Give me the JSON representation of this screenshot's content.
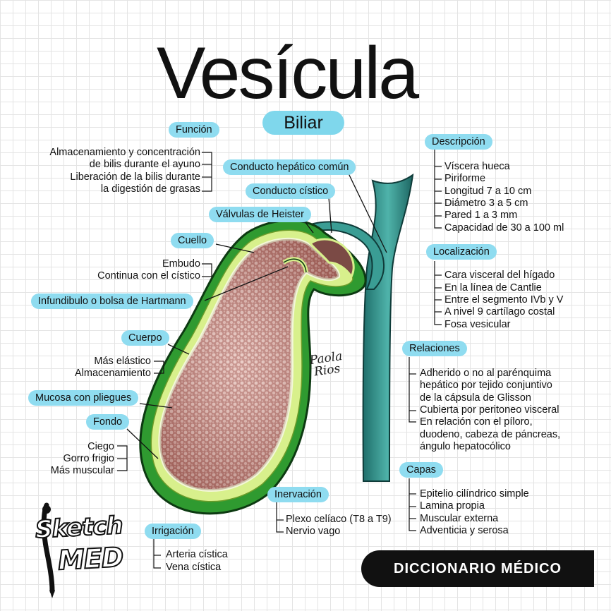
{
  "title": "Vesícula",
  "subtitle": "Biliar",
  "sections": {
    "funcion": {
      "label": "Función",
      "items": [
        "Almacenamiento y concentración",
        "de bilis durante el ayuno",
        "Liberación de la bilis durante",
        "la digestión de grasas"
      ]
    },
    "conducto_hepatico": {
      "label": "Conducto hepático común"
    },
    "conducto_cistico": {
      "label": "Conducto cístico"
    },
    "valvulas": {
      "label": "Válvulas de Heister"
    },
    "cuello": {
      "label": "Cuello",
      "items": [
        "Embudo",
        "Continua con el cístico"
      ]
    },
    "infundibulo": {
      "label": "Infundibulo o bolsa de Hartmann"
    },
    "cuerpo": {
      "label": "Cuerpo",
      "items": [
        "Más elástico",
        "Almacenamiento"
      ]
    },
    "mucosa": {
      "label": "Mucosa con pliegues"
    },
    "fondo": {
      "label": "Fondo",
      "items": [
        "Ciego",
        "Gorro frigio",
        "Más muscular"
      ]
    },
    "descripcion": {
      "label": "Descripción",
      "items": [
        "Víscera hueca",
        "Piriforme",
        "Longitud 7 a 10 cm",
        "Diámetro 3 a 5 cm",
        "Pared 1 a 3 mm",
        "Capacidad de 30 a 100 ml"
      ]
    },
    "localizacion": {
      "label": "Localización",
      "items": [
        "Cara visceral del hígado",
        "En la línea de Cantlie",
        "Entre el segmento IVb y V",
        "A nivel 9 cartílago costal",
        "Fosa vesicular"
      ]
    },
    "relaciones": {
      "label": "Relaciones",
      "items": [
        "Adherido o no al parénquima",
        "hepático por tejido conjuntivo",
        "de la cápsula de Glisson",
        "Cubierta por peritoneo visceral",
        "En relación con el píloro,",
        "duodeno, cabeza de páncreas,",
        "ángulo hepatocólico"
      ]
    },
    "capas": {
      "label": "Capas",
      "items": [
        "Epitelio cilíndrico simple",
        "Lamina propia",
        "Muscular externa",
        "Adventicia y serosa"
      ]
    },
    "inervacion": {
      "label": "Inervación",
      "items": [
        "Plexo celíaco (T8 a T9)",
        "Nervio vago"
      ]
    },
    "irrigacion": {
      "label": "Irrigación",
      "items": [
        "Arteria cística",
        "Vena cística"
      ]
    }
  },
  "logo": {
    "line1": "Sketch",
    "line2": "MED"
  },
  "signature": {
    "line1": "Paola",
    "line2": "Rios"
  },
  "banner": "DICCIONARIO MÉDICO",
  "colors": {
    "pill": "#8fdcf0",
    "wall_green": "#3aa03a",
    "wall_light": "#d7f28a",
    "mucosa": "#c98a82",
    "duct": "#2f8f8a",
    "banner": "#111111"
  }
}
